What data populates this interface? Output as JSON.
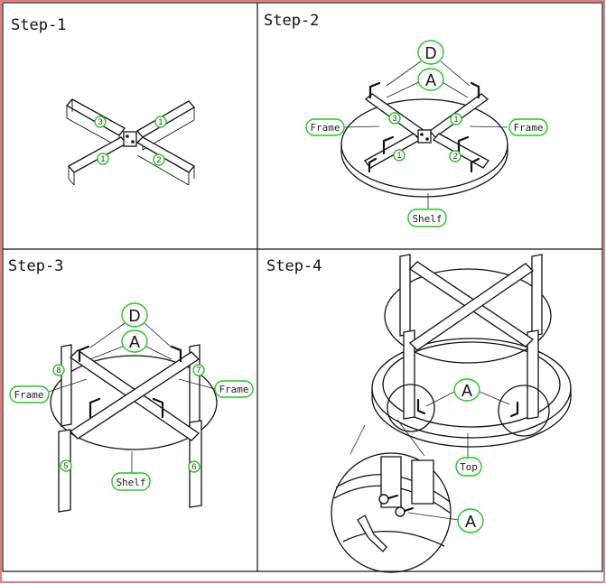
{
  "steps": {
    "s1": {
      "title": "Step-1",
      "parts": [
        "3",
        "1",
        "1",
        "2"
      ]
    },
    "s2": {
      "title": "Step-2",
      "labels": {
        "d": "D",
        "a": "A",
        "frame_left": "Frame",
        "frame_right": "Frame",
        "shelf": "Shelf"
      },
      "parts": [
        "3",
        "1",
        "1",
        "2"
      ]
    },
    "s3": {
      "title": "Step-3",
      "labels": {
        "d": "D",
        "a": "A",
        "frame_left": "Frame",
        "frame_right": "Frame",
        "shelf": "Shelf"
      },
      "parts": [
        "8",
        "7",
        "5",
        "6"
      ]
    },
    "s4": {
      "title": "Step-4",
      "labels": {
        "a1": "A",
        "top": "Top",
        "a2": "A"
      }
    }
  },
  "colors": {
    "callout": "#1ec81e",
    "border": "#e05050",
    "ink": "#111111"
  }
}
